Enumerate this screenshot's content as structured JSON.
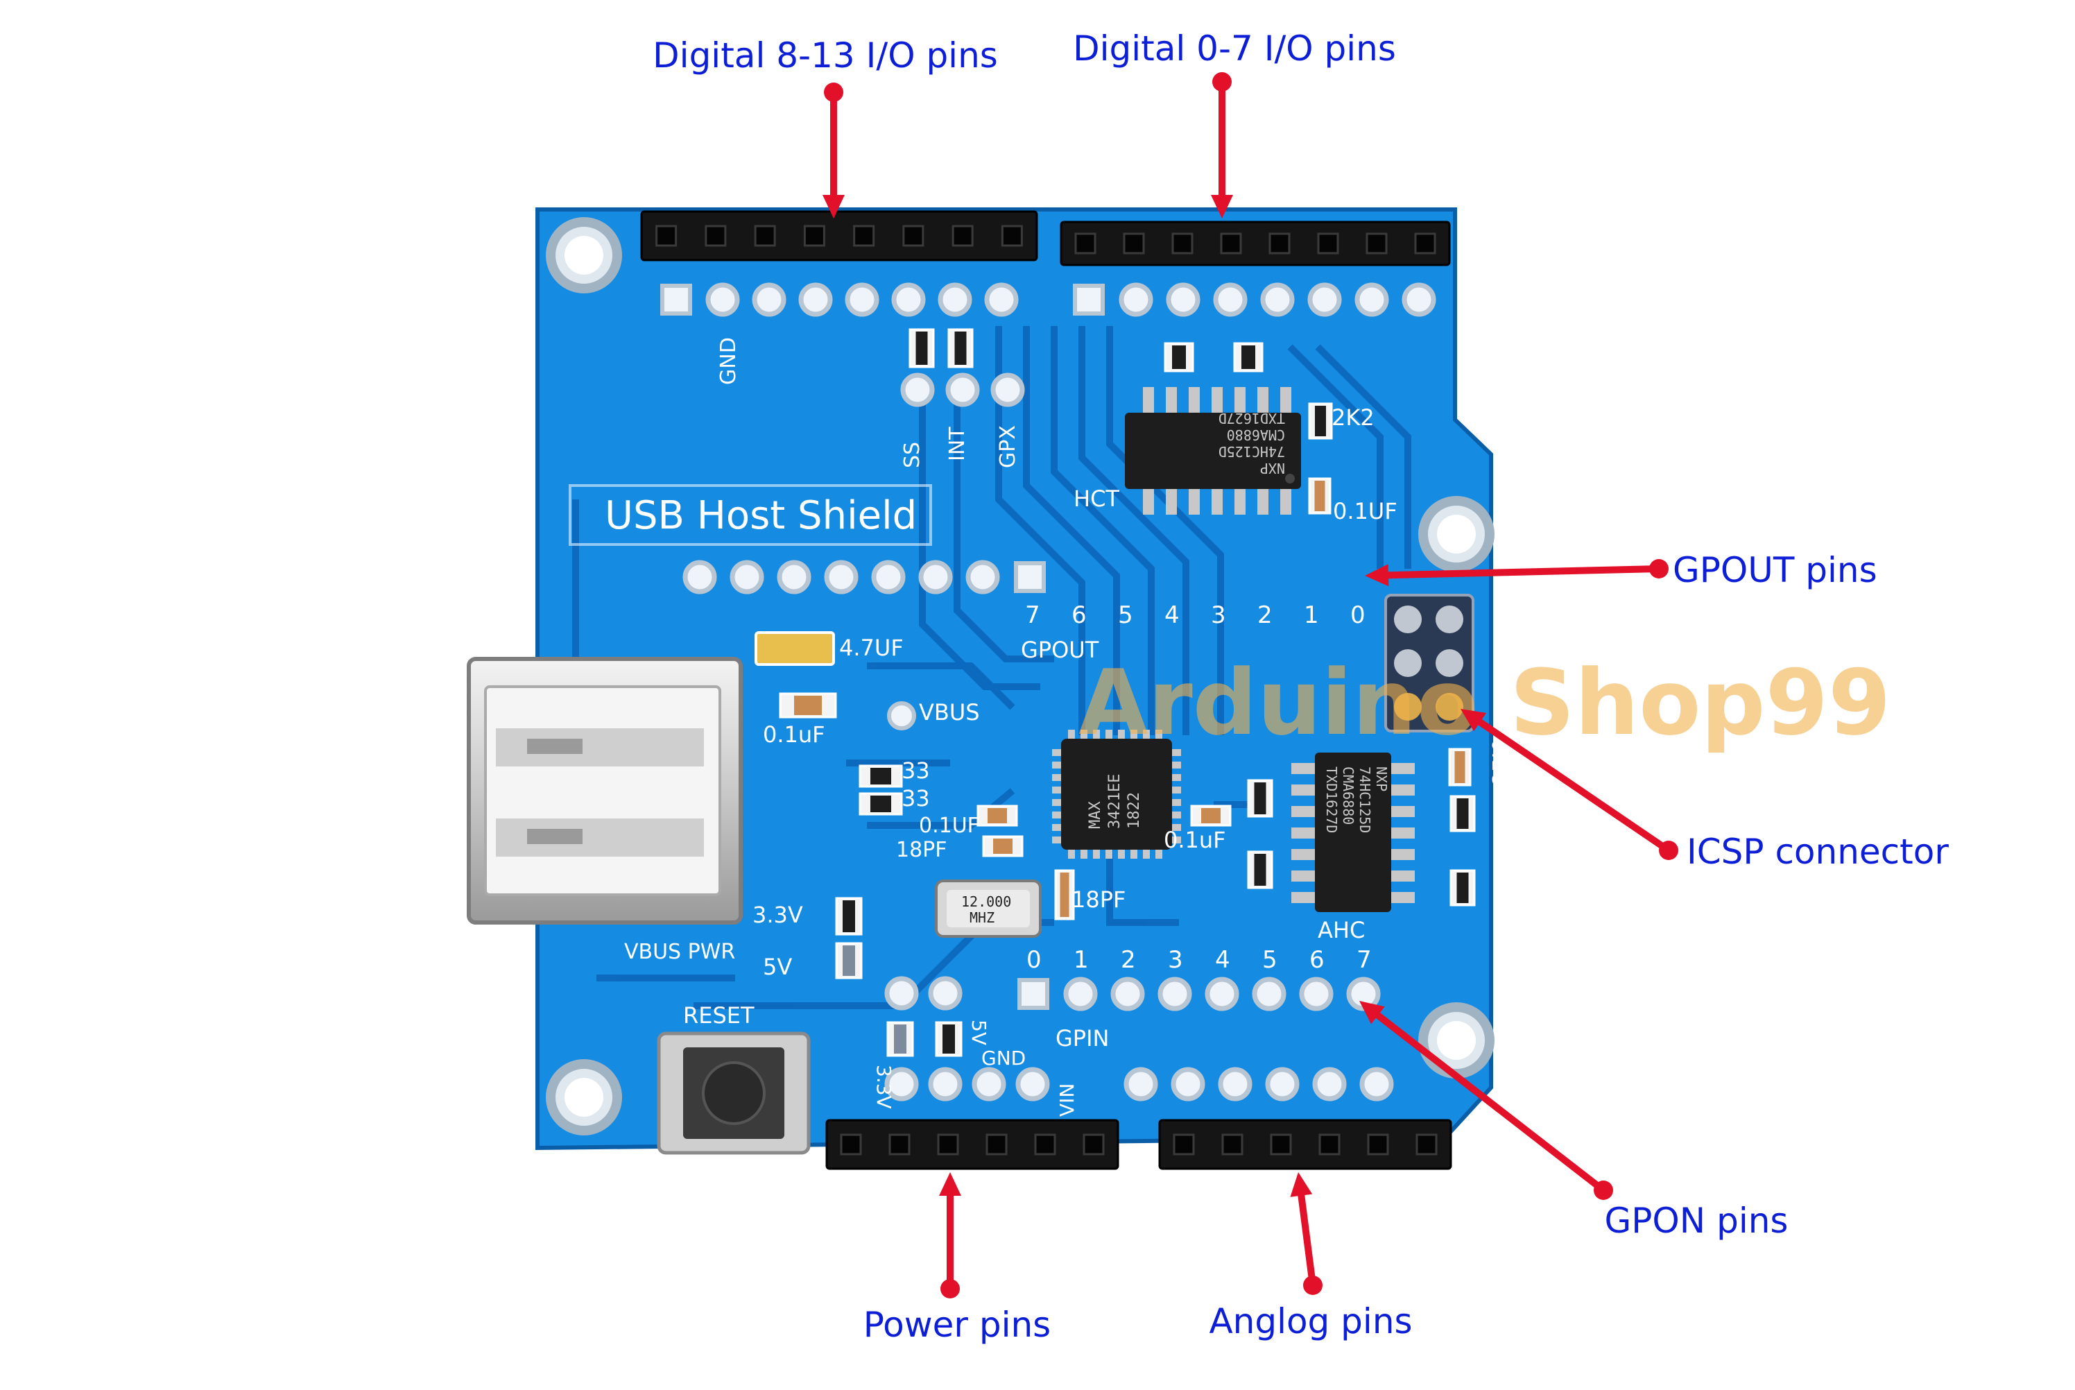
{
  "colors": {
    "label": "#0c1ed6",
    "arrow": "#e3102a",
    "board": "#168be2",
    "board_dark": "#0b6cc0",
    "silk": "#ffffff",
    "header": "#151515",
    "watermark": "#f2b04c"
  },
  "labels": {
    "digital_8_13": "Digital 8-13 I/O pins",
    "digital_0_7": "Digital 0-7 I/O pins",
    "gpout_pins": "GPOUT pins",
    "icsp": "ICSP connector",
    "gpon_pins": "GPON pins",
    "power_pins": "Power pins",
    "analog_pins": "Anglog pins"
  },
  "silkscreen": {
    "title": "USB Host Shield",
    "gnd_top": "GND",
    "ss": "SS",
    "int": "INT",
    "gpx": "GPX",
    "res_2k2": "2K2",
    "hct": "HCT",
    "cap_01uf_top": "0.1UF",
    "cap_47uf": "4.7UF",
    "cap_01uf_left": "0.1uF",
    "vbus": "VBUS",
    "r33a": "33",
    "r33b": "33",
    "cap_01uf_mid": "0.1UF",
    "cap_18pf_a": "18PF",
    "cap_01uf_right": "0.1uF",
    "cap_18pf_b": "18PF",
    "cap_01u_icsp": "0.1U",
    "v33": "3.3V",
    "vbus_pwr": "VBUS PWR",
    "v5": "5V",
    "reset": "RESET",
    "ahc": "AHC",
    "gpout": "GPOUT",
    "gpin": "GPIN",
    "gpout_nums": [
      "7",
      "6",
      "5",
      "4",
      "3",
      "2",
      "1",
      "0"
    ],
    "gpin_nums": [
      "0",
      "1",
      "2",
      "3",
      "4",
      "5",
      "6",
      "7"
    ],
    "pwr_33v": "3.3V",
    "pwr_5v": "5V",
    "pwr_gnd": "GND",
    "pwr_vin": "VIN"
  },
  "chips": {
    "u1_line1": "NXP",
    "u1_line2": "74HC125D",
    "u1_line3": "CMA6880",
    "u1_line4": "TXD1627D",
    "max_line1": "MAX",
    "max_line2": "3421EE",
    "max_line3": "1822",
    "u2_line1": "NXP",
    "u2_line2": "74HC125D",
    "u2_line3": "CMA6880",
    "u2_line4": "TXD1627D",
    "crystal_line1": "12.000",
    "crystal_line2": "MHZ"
  },
  "watermark": "Arduino Shop99"
}
